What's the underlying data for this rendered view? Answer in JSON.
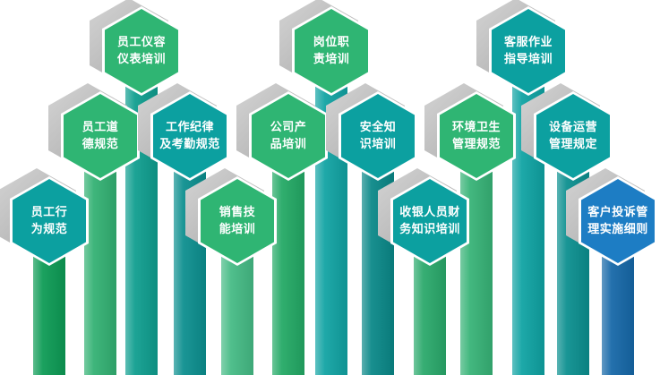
{
  "diagram_type": "training-system-hexagon-diagram",
  "colors": {
    "green": "#2fb573",
    "teal": "#0ca0a0",
    "blue": "#1d7dc4",
    "shadow_gray": "#b5b5b5",
    "background": "#ffffff",
    "label_text": "#ffffff"
  },
  "hexagons": [
    {
      "id": "h1",
      "label": "员工仪容\n仪表培训",
      "color": "#2fb573",
      "column_color": "#0f9e8f"
    },
    {
      "id": "h2",
      "label": "岗位职\n责培训",
      "color": "#2fb573",
      "column_color": "#11a3a3"
    },
    {
      "id": "h3",
      "label": "客服作业\n指导培训",
      "color": "#0ca0a0",
      "column_color": "#0fa3a3"
    },
    {
      "id": "h4",
      "label": "员工道\n德规范",
      "color": "#2fb573",
      "column_color": "#33b173"
    },
    {
      "id": "h5",
      "label": "工作纪律\n及考勤规范",
      "color": "#0ca0a0",
      "column_color": "#0c8f8f"
    },
    {
      "id": "h6",
      "label": "公司产\n品培训",
      "color": "#2fb573",
      "column_color": "#23a965"
    },
    {
      "id": "h7",
      "label": "安全知\n识培训",
      "color": "#0ca0a0",
      "column_color": "#0a8888"
    },
    {
      "id": "h8",
      "label": "环境卫生\n管理规范",
      "color": "#2fb573",
      "column_color": "#37b377"
    },
    {
      "id": "h9",
      "label": "设备运营\n管理规定",
      "color": "#0ca0a0",
      "column_color": "#0b8f8f"
    },
    {
      "id": "h10",
      "label": "员工行\n为规范",
      "color": "#0ca0a0",
      "column_color": "#0d9b55"
    },
    {
      "id": "h11",
      "label": "销售技\n能培训",
      "color": "#2fb573",
      "column_color": "#45bb85"
    },
    {
      "id": "h12",
      "label": "收银人员财\n务知识培训",
      "color": "#0ca0a0",
      "column_color": "#2aa96b"
    },
    {
      "id": "h13",
      "label": "客户投诉管\n理实施细则",
      "color": "#1d7dc4",
      "column_color": "#1668a8"
    }
  ]
}
